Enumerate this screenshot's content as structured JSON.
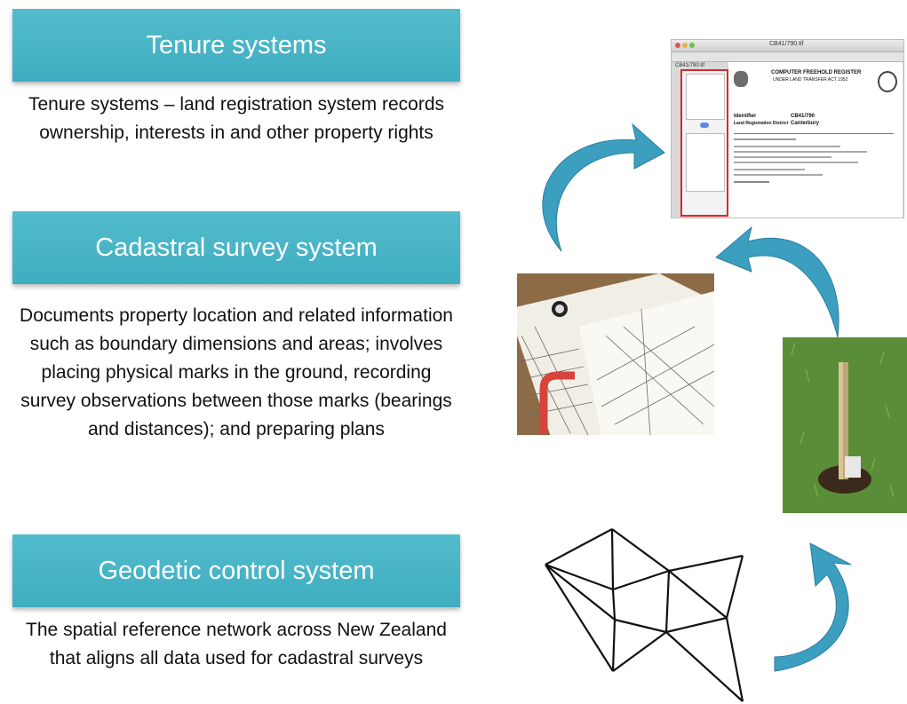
{
  "sections": [
    {
      "title": "Tenure systems",
      "description": "Tenure systems – land registration system records ownership, interests in and other property rights"
    },
    {
      "title": "Cadastral survey system",
      "description": "Documents property location and related information such as boundary dimensions and areas;  involves placing physical marks in the ground, recording survey observations between those marks (bearings and distances); and  preparing plans"
    },
    {
      "title": "Geodetic control system",
      "description": "The spatial reference network across New Zealand that aligns all data used for cadastral surveys"
    }
  ],
  "images": {
    "certificate": {
      "window_title": "CB41/790.tif",
      "sidebar_label": "CB41/790.tif",
      "heading_line1": "COMPUTER FREEHOLD REGISTER",
      "heading_line2": "UNDER LAND TRANSFER ACT 1952",
      "identifier_label": "Identifier",
      "identifier_value": "CB41/790",
      "district_label": "Land Registration District",
      "district_value": "Canterbury"
    }
  },
  "colors": {
    "header_fill": "#4bb5c7",
    "arrow_fill": "#3d9fc0",
    "text": "#111111"
  },
  "icons": [
    "cycle-arrow-icon",
    "geodetic-network-icon"
  ]
}
